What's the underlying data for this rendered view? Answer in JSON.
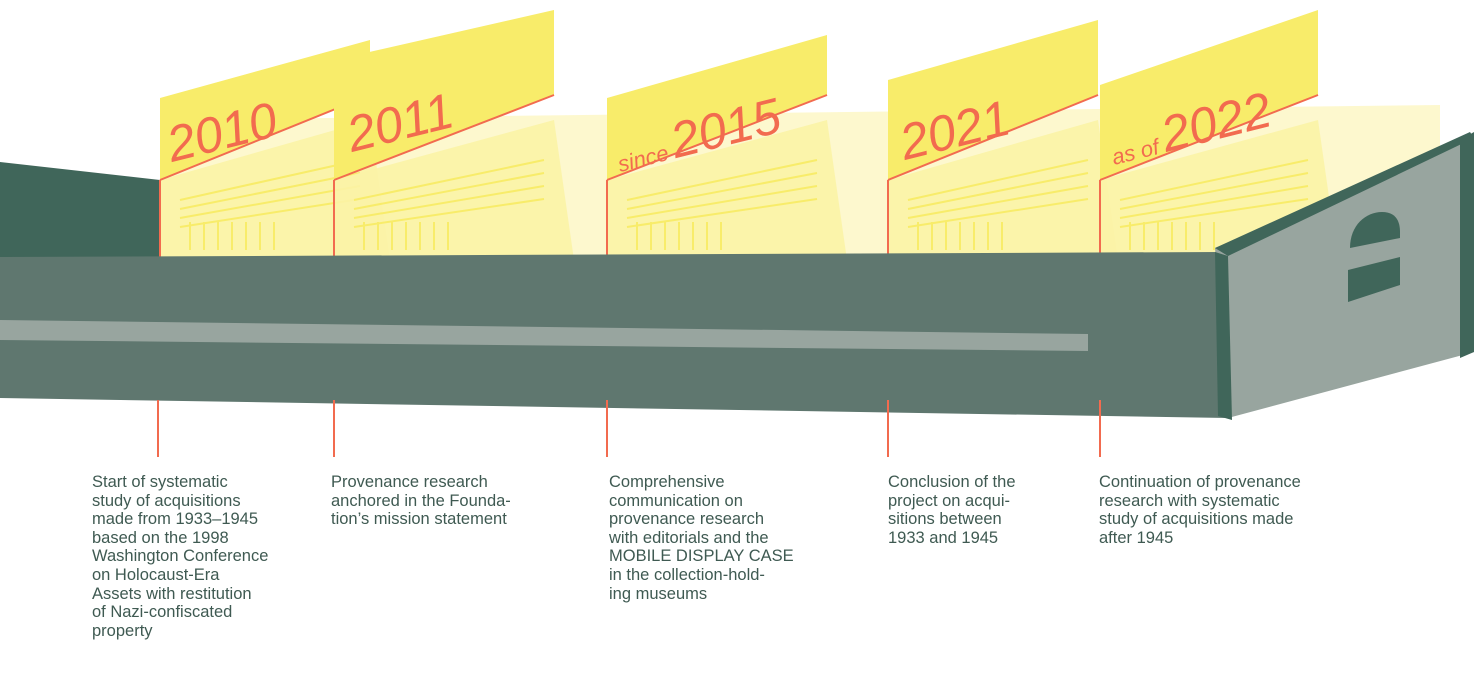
{
  "colors": {
    "drawer_front": "#5f776f",
    "drawer_dark": "#40665a",
    "drawer_side": "#98a59f",
    "handle_rail": "#98a59f",
    "card_yellow": "#f8ec6a",
    "card_pale": "#fbf3a6",
    "accent_orange": "#f26b4f",
    "text": "#3f5a52"
  },
  "timeline": [
    {
      "year": "2010",
      "prefix": "",
      "description": "Start of systematic\nstudy of acquisitions\nmade from 1933–1945\nbased on the 1998\nWashington Conference\non Holocaust-Era\nAssets with restitution\nof Nazi-confiscated\nproperty"
    },
    {
      "year": "2011",
      "prefix": "",
      "description": "Provenance research\nanchored in the Founda-\ntion’s mission statement"
    },
    {
      "year": "2015",
      "prefix": "since",
      "description": "Comprehensive\ncommunication on\nprovenance research\nwith editorials and the\nMOBILE DISPLAY CASE\nin the collection-hold-\ning museums"
    },
    {
      "year": "2021",
      "prefix": "",
      "description": "Conclusion of the\nproject on acqui-\nsitions between\n1933 and 1945"
    },
    {
      "year": "2022",
      "prefix": "as of",
      "description": "Continuation of provenance\nresearch with systematic\nstudy of acquisitions made\nafter 1945"
    }
  ]
}
